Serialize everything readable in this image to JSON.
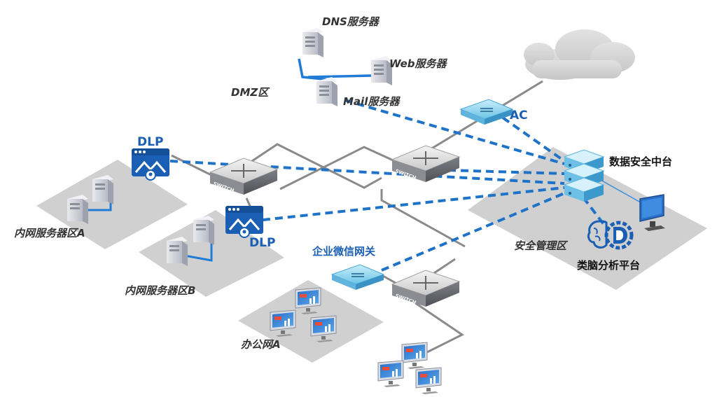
{
  "labels": {
    "dns_server": "DNS服务器",
    "web_server": "Web服务器",
    "mail_server": "Mail服务器",
    "dmz": "DMZ区",
    "ac": "AC",
    "dlp_top": "DLP",
    "dlp_bottom": "DLP",
    "data_security_platform": "数据安全中台",
    "security_zone": "安全管理区",
    "brain_platform": "类脑分析平台",
    "wechat_gateway": "企业微信网关",
    "intranet_a": "内网服务器区A",
    "intranet_b": "内网服务器区B",
    "office_a": "办公网A",
    "switch_text": "SWITCH"
  },
  "colors": {
    "dashed_link": "#1e73c8",
    "solid_link": "#888888",
    "dmz_link": "#1f7bd6",
    "zone_fill": "#cfcfcf",
    "device_blue": "#8fd3ec",
    "server_blue": "#2b8be0"
  }
}
